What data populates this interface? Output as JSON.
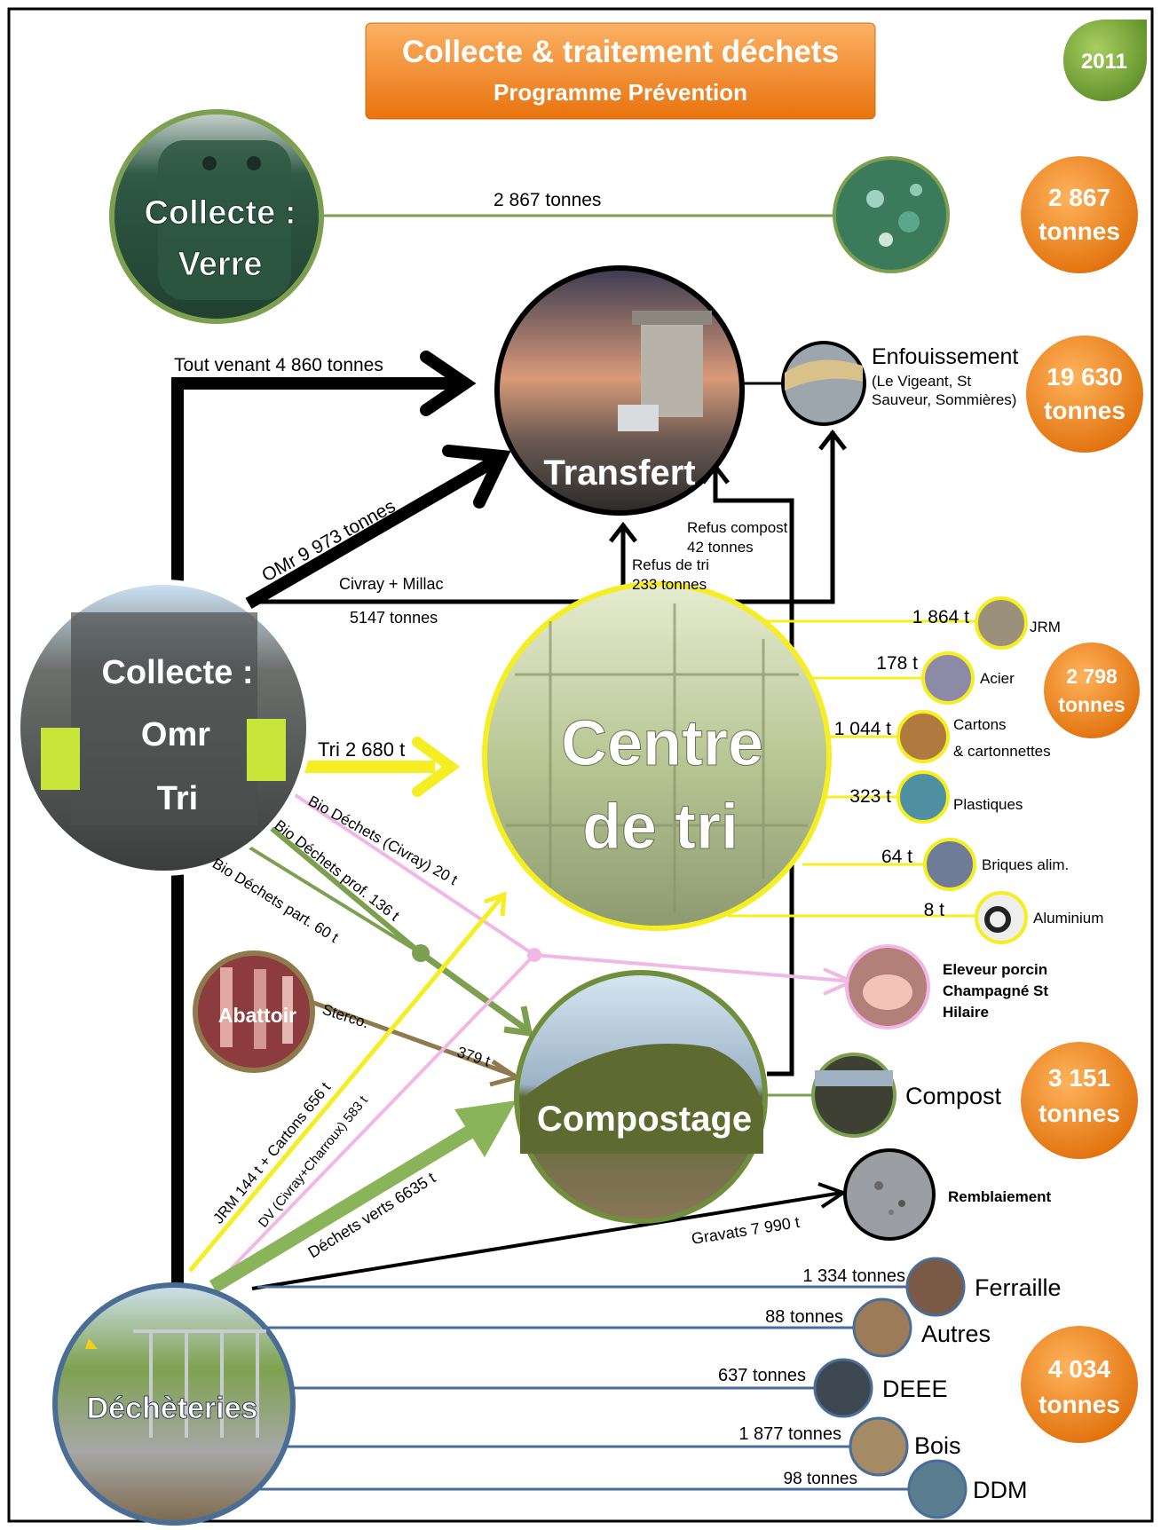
{
  "header": {
    "title": "Collecte & traitement déchets",
    "subtitle": "Programme Prévention",
    "year": "2011"
  },
  "nodes": {
    "verre": "Collecte : Verre",
    "verre_line1": "Collecte :",
    "verre_line2": "Verre",
    "transfert": "Transfert",
    "enfouissement": "Enfouissement",
    "enfouissement_sub1": "(Le Vigeant, St",
    "enfouissement_sub2": "Sauveur, Sommières)",
    "omr_line1": "Collecte :",
    "omr_line2": "Omr",
    "omr_line3": "Tri",
    "centre_line1": "Centre",
    "centre_line2": "de tri",
    "abattoir": "Abattoir",
    "compostage": "Compostage",
    "compost": "Compost",
    "eleveur_line1": "Eleveur porcin",
    "eleveur_line2": "Champagné St",
    "eleveur_line3": "Hilaire",
    "remblaiement": "Remblaiement",
    "decheteries": "Déchèteries"
  },
  "flows": {
    "verre": "2 867 tonnes",
    "tout_venant": "Tout venant 4 860 tonnes",
    "omr": "OMr 9 973 tonnes",
    "civray_millac": "Civray + Millac",
    "civray_millac_t": "5147 tonnes",
    "refus_compost": "Refus compost",
    "refus_compost_t": "42 tonnes",
    "refus_tri": "Refus de tri",
    "refus_tri_t": "233 tonnes",
    "tri": "Tri 2 680 t",
    "bio_civray": "Bio Déchets (Civray)  20 t",
    "bio_prof": "Bio Déchets  prof. 136 t",
    "bio_part": "Bio Déchets  part. 60 t",
    "sterco": "Sterco.",
    "sterco_t": "379 t",
    "jrm_cartons": "JRM 144 t + Cartons 656 t",
    "dv": "DV (Civray+Charroux) 583 t",
    "dechets_verts": "Déchets verts 6635  t",
    "gravats": "Gravats 7 990  t"
  },
  "tri_outputs": [
    {
      "value": "1 864 t",
      "label": "JRM"
    },
    {
      "value": "178 t",
      "label": "Acier"
    },
    {
      "value": "1 044 t",
      "label": "Cartons",
      "label2": "& cartonnettes"
    },
    {
      "value": "323 t",
      "label": "Plastiques"
    },
    {
      "value": "64 t",
      "label": "Briques alim."
    },
    {
      "value": "8 t",
      "label": "Aluminium"
    }
  ],
  "dechet_outputs": [
    {
      "value": "1 334 tonnes",
      "label": "Ferraille"
    },
    {
      "value": "88 tonnes",
      "label": "Autres"
    },
    {
      "value": "637 tonnes",
      "label": "DEEE"
    },
    {
      "value": "1 877 tonnes",
      "label": "Bois"
    },
    {
      "value": "98 tonnes",
      "label": "DDM"
    }
  ],
  "totals": {
    "verre_1": "2 867",
    "verre_2": "tonnes",
    "enfouis_1": "19 630",
    "enfouis_2": "tonnes",
    "tri_1": "2 798",
    "tri_2": "tonnes",
    "compost_1": "3 151",
    "compost_2": "tonnes",
    "dech_1": "4 034",
    "dech_2": "tonnes"
  },
  "colors": {
    "orange": "#f08a1c",
    "green": "#77a040",
    "yellow": "#f4ee22",
    "pink": "#f1b8e6",
    "blue": "#4a6d96",
    "brown": "#8f7a4e",
    "black": "#000000"
  }
}
